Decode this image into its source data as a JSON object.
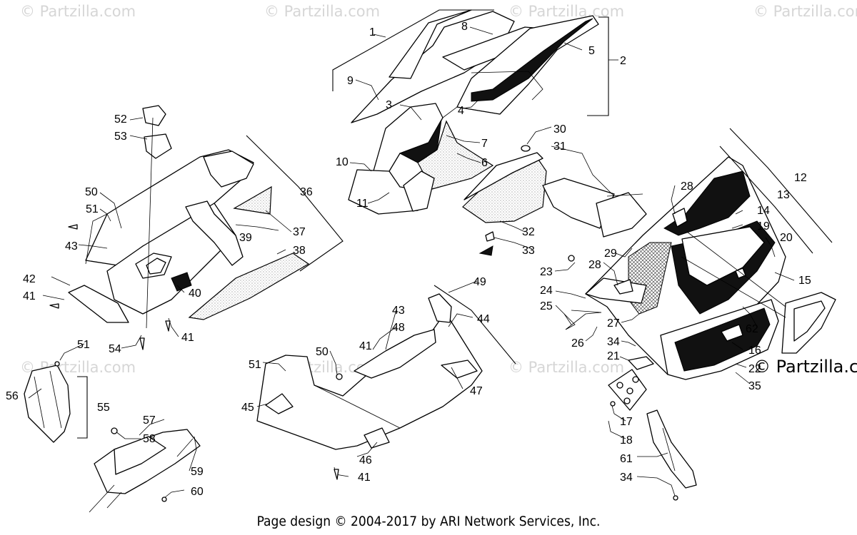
{
  "watermarks": [
    "© Partzilla.com",
    "© Partzilla.com",
    "© Partzilla.com",
    "© Partzilla.com",
    "© Partzilla.com",
    "© Partzilla.com",
    "© Partzilla.com"
  ],
  "corner_watermark": "© Partzilla.c",
  "footer": "Page design © 2004-2017 by ARI Network Services, Inc.",
  "callouts": [
    "1",
    "2",
    "3",
    "4",
    "5",
    "6",
    "7",
    "8",
    "9",
    "10",
    "11",
    "12",
    "13",
    "14",
    "15",
    "16",
    "17",
    "18",
    "19",
    "20",
    "21",
    "22",
    "23",
    "24",
    "25",
    "26",
    "27",
    "28",
    "28",
    "29",
    "30",
    "31",
    "32",
    "33",
    "34",
    "34",
    "35",
    "36",
    "37",
    "38",
    "39",
    "40",
    "41",
    "41",
    "41",
    "41",
    "42",
    "43",
    "43",
    "44",
    "45",
    "46",
    "47",
    "48",
    "49",
    "50",
    "50",
    "51",
    "51",
    "51",
    "52",
    "53",
    "54",
    "55",
    "56",
    "57",
    "58",
    "59",
    "60",
    "61",
    "62"
  ]
}
